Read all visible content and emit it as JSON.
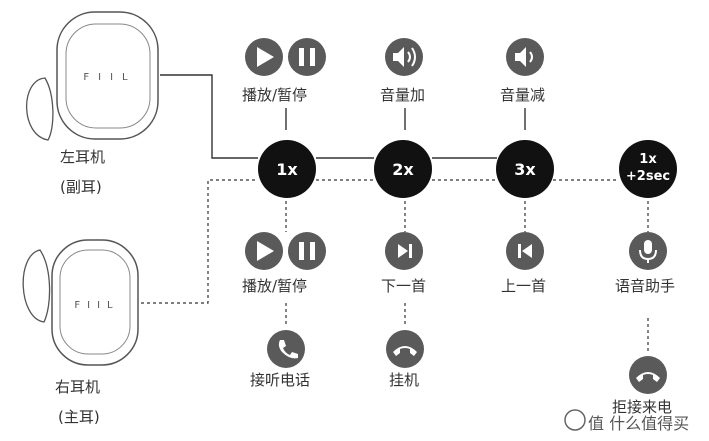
{
  "left_earbud": {
    "name": "左耳机",
    "sub": "(副耳)"
  },
  "right_earbud": {
    "name": "右耳机",
    "sub": "(主耳)"
  },
  "earbud_logo": "FIIL",
  "taps": [
    {
      "label": "1x"
    },
    {
      "label": "2x"
    },
    {
      "label": "3x"
    },
    {
      "label": "1x",
      "label2": "+2sec"
    }
  ],
  "left_actions": [
    {
      "label": "播放/暂停",
      "icons": [
        "play-icon",
        "pause-icon"
      ]
    },
    {
      "label": "音量加",
      "icons": [
        "volume-up-icon"
      ]
    },
    {
      "label": "音量减",
      "icons": [
        "volume-down-icon"
      ]
    }
  ],
  "right_actions": [
    {
      "label": "播放/暂停",
      "icons": [
        "play-icon",
        "pause-icon"
      ]
    },
    {
      "label": "下一首",
      "icons": [
        "next-track-icon"
      ]
    },
    {
      "label": "上一首",
      "icons": [
        "previous-track-icon"
      ]
    },
    {
      "label": "语音助手",
      "icons": [
        "microphone-icon"
      ]
    }
  ],
  "call_actions": [
    {
      "label": "接听电话",
      "icons": [
        "phone-answer-icon"
      ]
    },
    {
      "label": "挂机",
      "icons": [
        "phone-hangup-icon"
      ]
    },
    {
      "label": "拒接来电",
      "icons": [
        "phone-reject-icon"
      ]
    }
  ],
  "watermark": "值 什么值得买",
  "colors": {
    "node": "#111111",
    "icon": "#5a5a5a",
    "line": "#333333"
  }
}
